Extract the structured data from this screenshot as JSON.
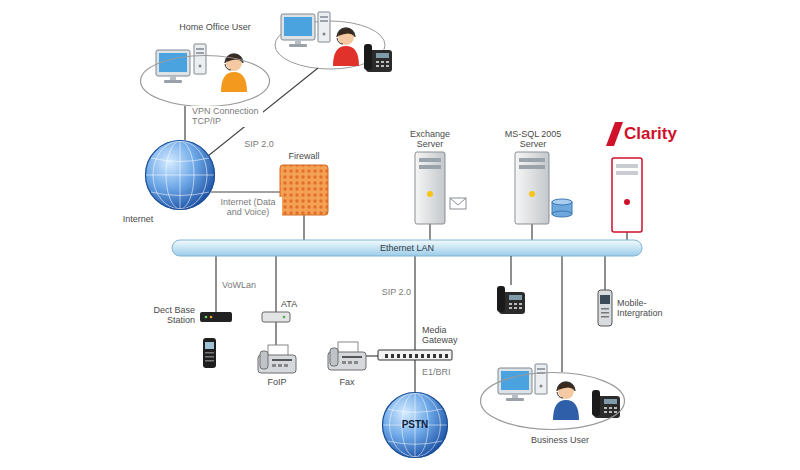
{
  "diagram": {
    "nodes": [
      {
        "text": [
          "Home Office User"
        ]
      },
      {
        "text": [
          "Exchange Server"
        ]
      },
      {
        "text": [
          "MS-SQL 2005 Server"
        ]
      },
      {
        "text": [
          "Clarity"
        ]
      },
      {
        "text": [
          "Firewall"
        ]
      },
      {
        "text": [
          "Internet"
        ]
      },
      {
        "text": [
          "Ethernet LAN"
        ]
      },
      {
        "text": [
          "Dect Base Station"
        ]
      },
      {
        "text": [
          "ATA"
        ]
      },
      {
        "text": [
          "FoIP"
        ]
      },
      {
        "text": [
          "Fax"
        ]
      },
      {
        "text": [
          "Media Gateway"
        ]
      },
      {
        "text": [
          "Mobile-Intergration"
        ]
      },
      {
        "text": [
          "Business User"
        ]
      },
      {
        "text": [
          "PSTN"
        ]
      }
    ],
    "edges": [
      {
        "from": 0,
        "to": 5,
        "label": "VPN Connection TCP/IP",
        "arrow": "none"
      },
      {
        "from": 5,
        "to": 4,
        "label": "Internet (Data and Voice)",
        "arrow": "none"
      },
      {
        "from": 4,
        "to": 6,
        "arrow": "none"
      },
      {
        "from": 1,
        "to": 6,
        "arrow": "none"
      },
      {
        "from": 2,
        "to": 6,
        "arrow": "none"
      },
      {
        "from": 3,
        "to": 6,
        "arrow": "none"
      },
      {
        "from": 6,
        "to": 7,
        "label": "VoWLan",
        "arrow": "none"
      },
      {
        "from": 6,
        "to": 8,
        "arrow": "none"
      },
      {
        "from": 8,
        "to": 9,
        "arrow": "none"
      },
      {
        "from": 6,
        "to": 11,
        "label": "SIP 2.0",
        "arrow": "none"
      },
      {
        "from": 10,
        "to": 11,
        "arrow": "none"
      },
      {
        "from": 11,
        "to": 14,
        "label": "E1/BRI",
        "arrow": "none"
      },
      {
        "from": 6,
        "to": 12,
        "arrow": "none"
      },
      {
        "from": 6,
        "to": 13,
        "arrow": "none"
      }
    ],
    "labels": [
      "SIP 2.0"
    ]
  }
}
